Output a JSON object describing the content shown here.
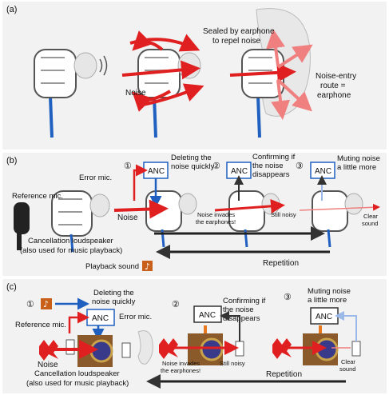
{
  "panel_a": {
    "label": "(a)",
    "noise_label": "Noise",
    "sealed_line1": "Sealed by earphone",
    "sealed_line2": "to repel noise",
    "entry_line1": "Noise-entry",
    "entry_line2": "route =",
    "entry_line3": "earphone"
  },
  "panel_b": {
    "label": "(b)",
    "reference_mic": "Reference mic.",
    "error_mic": "Error mic.",
    "noise_label": "Noise",
    "speaker_line1": "Cancellation loudspeaker",
    "speaker_line2": "(also used for music playback)",
    "playback_sound": "Playback sound",
    "step1_num": "①",
    "step1_line1": "Deleting the",
    "step1_line2": "noise quickly",
    "step2_num": "②",
    "step2_line1": "Confirming if",
    "step2_line2": "the noise",
    "step2_line3": "disappears",
    "step3_num": "③",
    "step3_line1": "Muting noise",
    "step3_line2": "a little more",
    "anc_label": "ANC",
    "invades_line1": "Noise invades",
    "invades_line2": "the earphones!",
    "still_noisy": "Still noisy",
    "clear_line1": "Clear",
    "clear_line2": "sound",
    "repetition": "Repetition"
  },
  "panel_c": {
    "label": "(c)",
    "step1_num": "①",
    "reference_mic": "Reference mic.",
    "step1_line1": "Deleting the",
    "step1_line2": "noise quickly",
    "anc_label": "ANC",
    "error_mic": "Error mic.",
    "noise_label": "Noise",
    "speaker_line1": "Cancellation loudspeaker",
    "speaker_line2": "(also used for music playback)",
    "step2_num": "②",
    "step2_line1": "Confirming if",
    "step2_line2": "the noise",
    "step2_line3": "disappears",
    "invades_line1": "Noise invades",
    "invades_line2": "the earphones!",
    "still_noisy": "Still noisy",
    "step3_num": "③",
    "step3_line1": "Muting noise",
    "step3_line2": "a little more",
    "clear_line1": "Clear",
    "clear_line2": "sound",
    "repetition": "Repetition"
  },
  "colors": {
    "panel_bg": "#f2f2f2",
    "noise_red": "#e02020",
    "pink_arrow": "#f08080",
    "anc_blue": "#1f5fbf",
    "light_blue": "#9ab8e8",
    "cable_blue": "#2060c0",
    "speaker_brown": "#8b5a2b",
    "speaker_orange": "#e8781e",
    "feedback_dark": "#333333"
  }
}
